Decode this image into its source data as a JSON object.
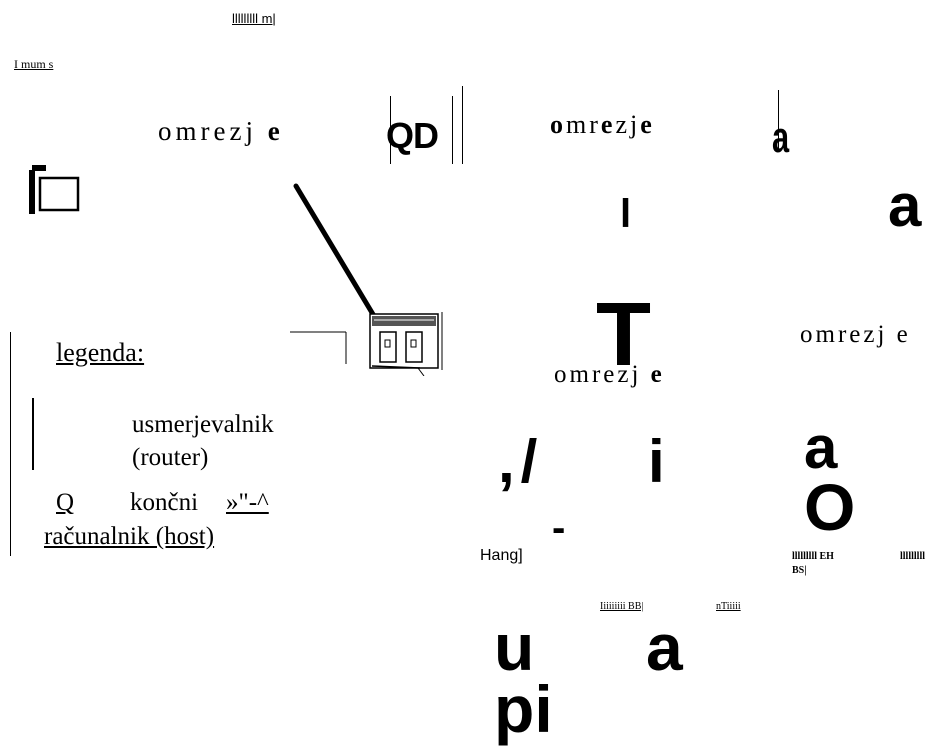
{
  "top_labels": {
    "top_center": "lllllllll m|",
    "top_left": "I mum s"
  },
  "networks": {
    "n1_text": "omrezj",
    "n1_bold": "e",
    "n2_bold_start": "o",
    "n2_mid": "mr",
    "n2_bold_mid": "e",
    "n2_mid2": "zj",
    "n2_bold_end": "e",
    "n3_text": "omrezj e",
    "n4_text": "omrezj",
    "n4_bold": "e"
  },
  "glyphs": {
    "qd": "QD",
    "a_top": "a",
    "a_right": "a",
    "l_mid": "l",
    "T_big": "T",
    "comma_slash": ",/",
    "i_mid": "i",
    "a_mid": "a",
    "O_big": "O",
    "hang": "Hang]",
    "dash": "-",
    "u_bottom": "u",
    "a_bottom": "a",
    "pi_bottom": "pi"
  },
  "noise_labels": {
    "eh": "lllllllll EH",
    "right_bars": "lllllllll",
    "bs": "BS|",
    "bb": "Iiiiiiiii BB|",
    "ntiiii": "nTiiiii"
  },
  "legend": {
    "title": "legenda:",
    "router_line1": "usmerjevalnik",
    "router_line2": "(router)",
    "host_symbol": "Q",
    "host_line1": "končni",
    "host_tail": "»\"-^",
    "host_line2": "računalnik (host)"
  }
}
